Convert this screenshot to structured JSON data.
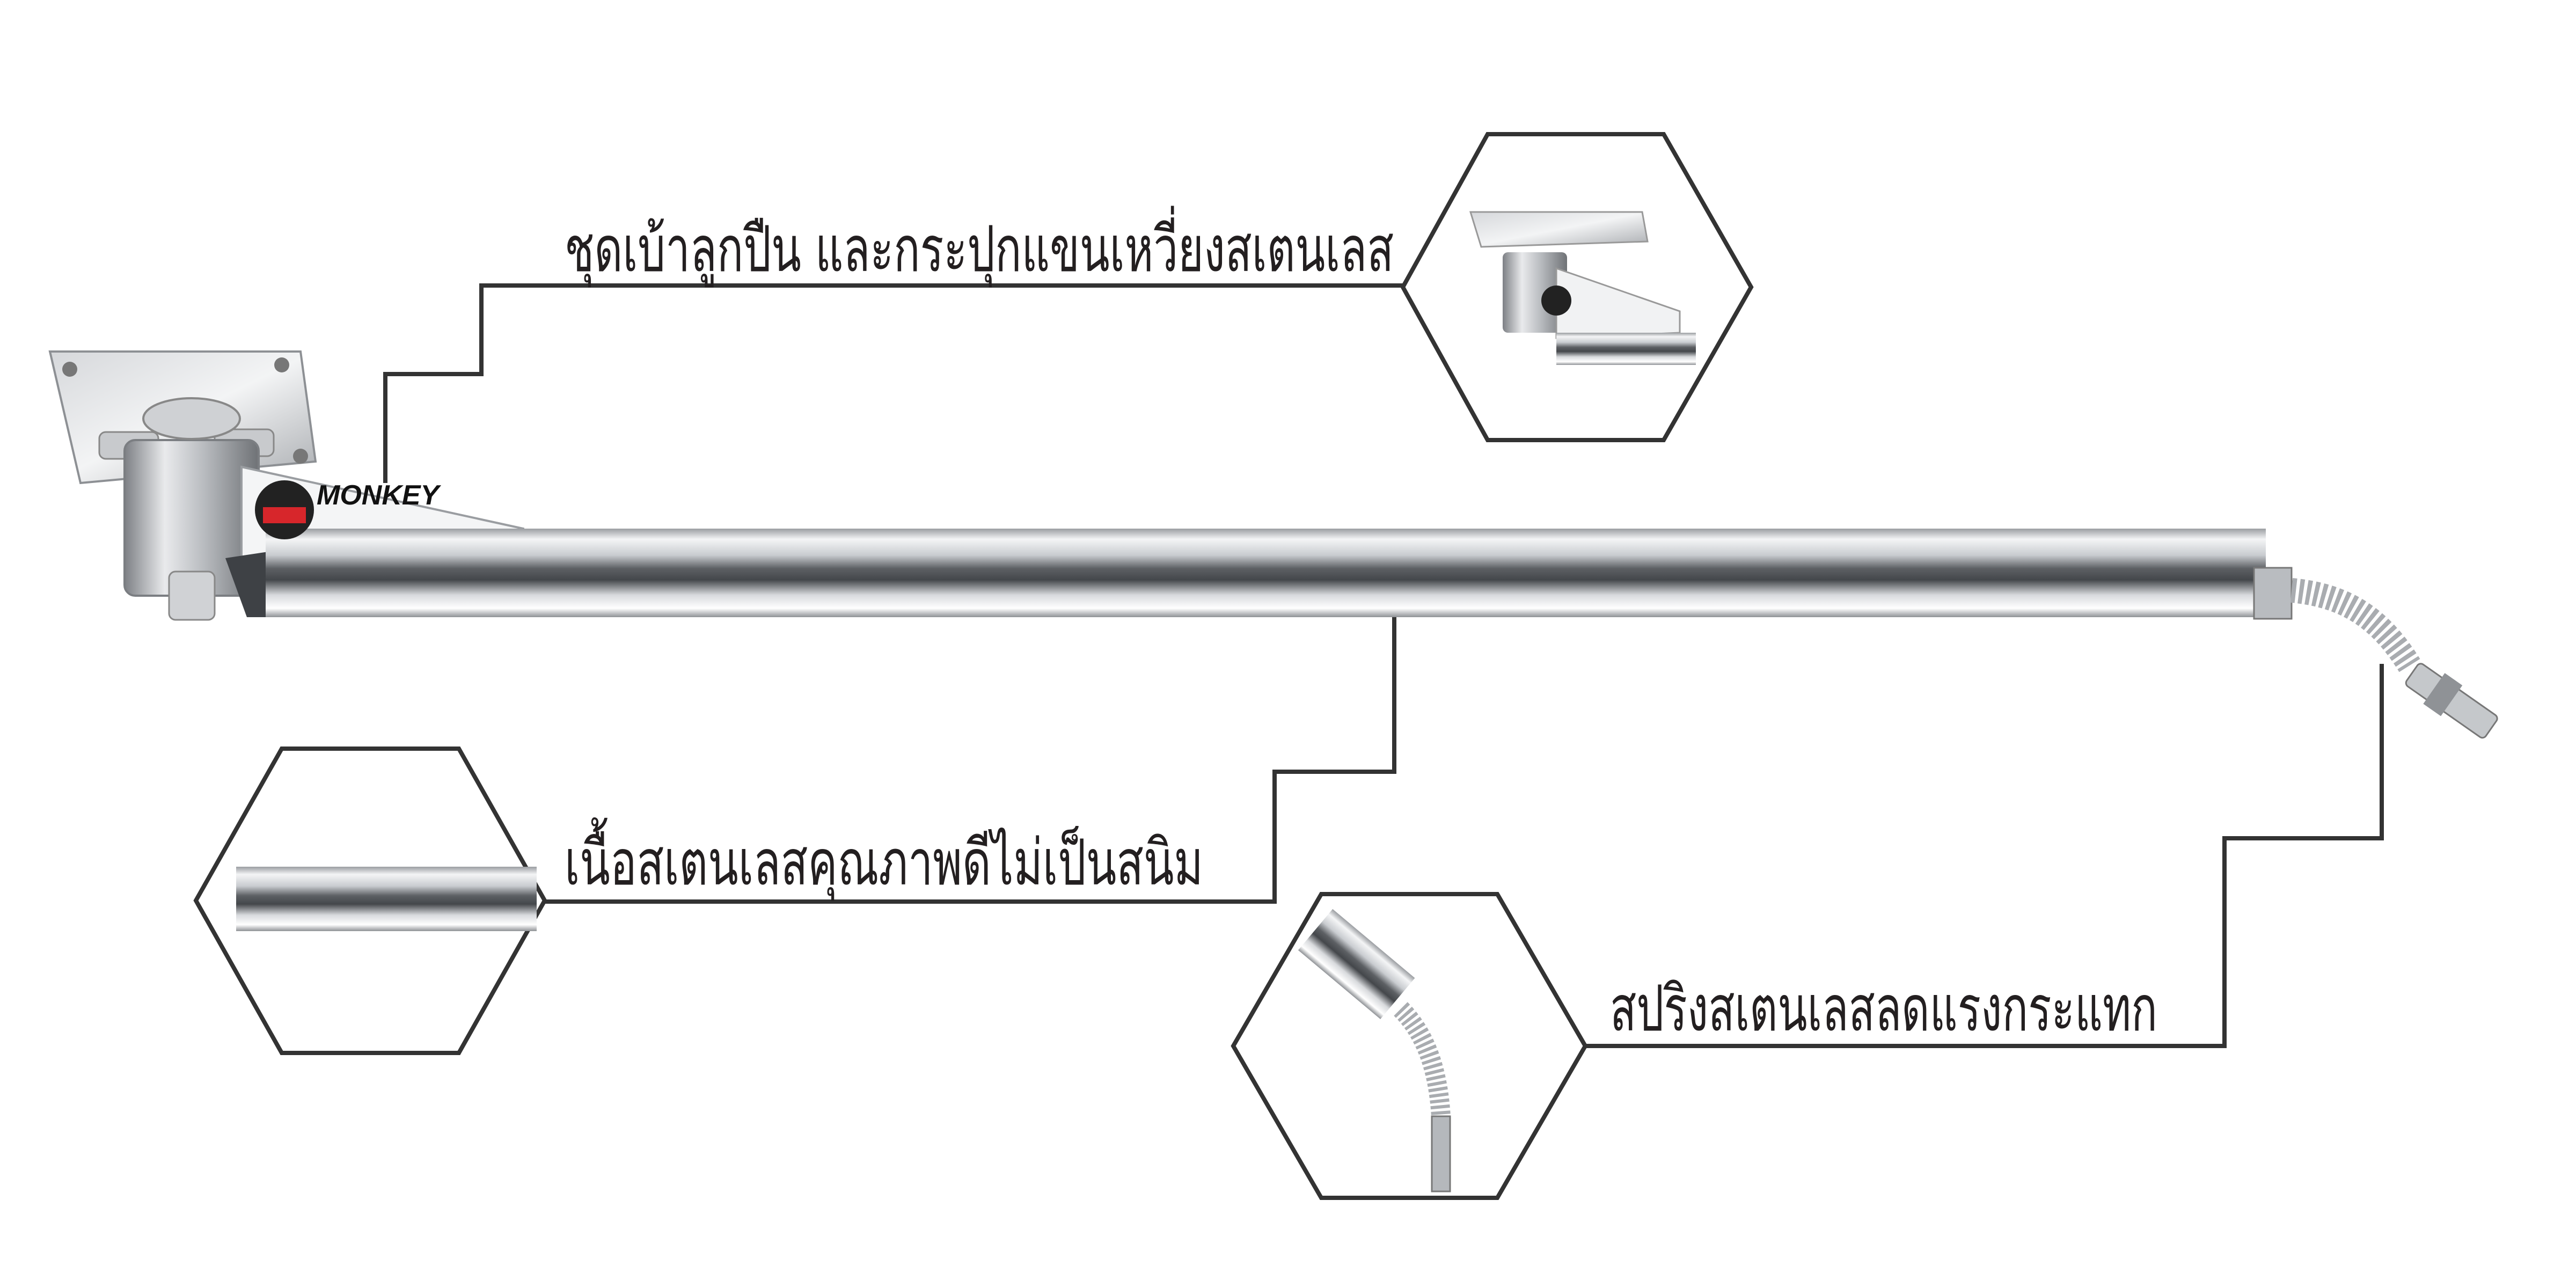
{
  "brand": {
    "logo_text": "MONKEY"
  },
  "callouts": [
    {
      "id": "bearing",
      "label": "ชุดเบ้าลูกปืน และกระปุกแขนเหวี่ยงสเตนเลส"
    },
    {
      "id": "body",
      "label": "เนื้อสเตนเลสคุณภาพดีไม่เป็นสนิม"
    },
    {
      "id": "spring",
      "label": "สปริงสเตนเลสลดแรงกระแทก"
    }
  ],
  "colors": {
    "line": "#333333",
    "text": "#231f20",
    "steel_light": "#f2f3f4",
    "steel_dark": "#6b6e72",
    "logo_red": "#d7262b"
  }
}
